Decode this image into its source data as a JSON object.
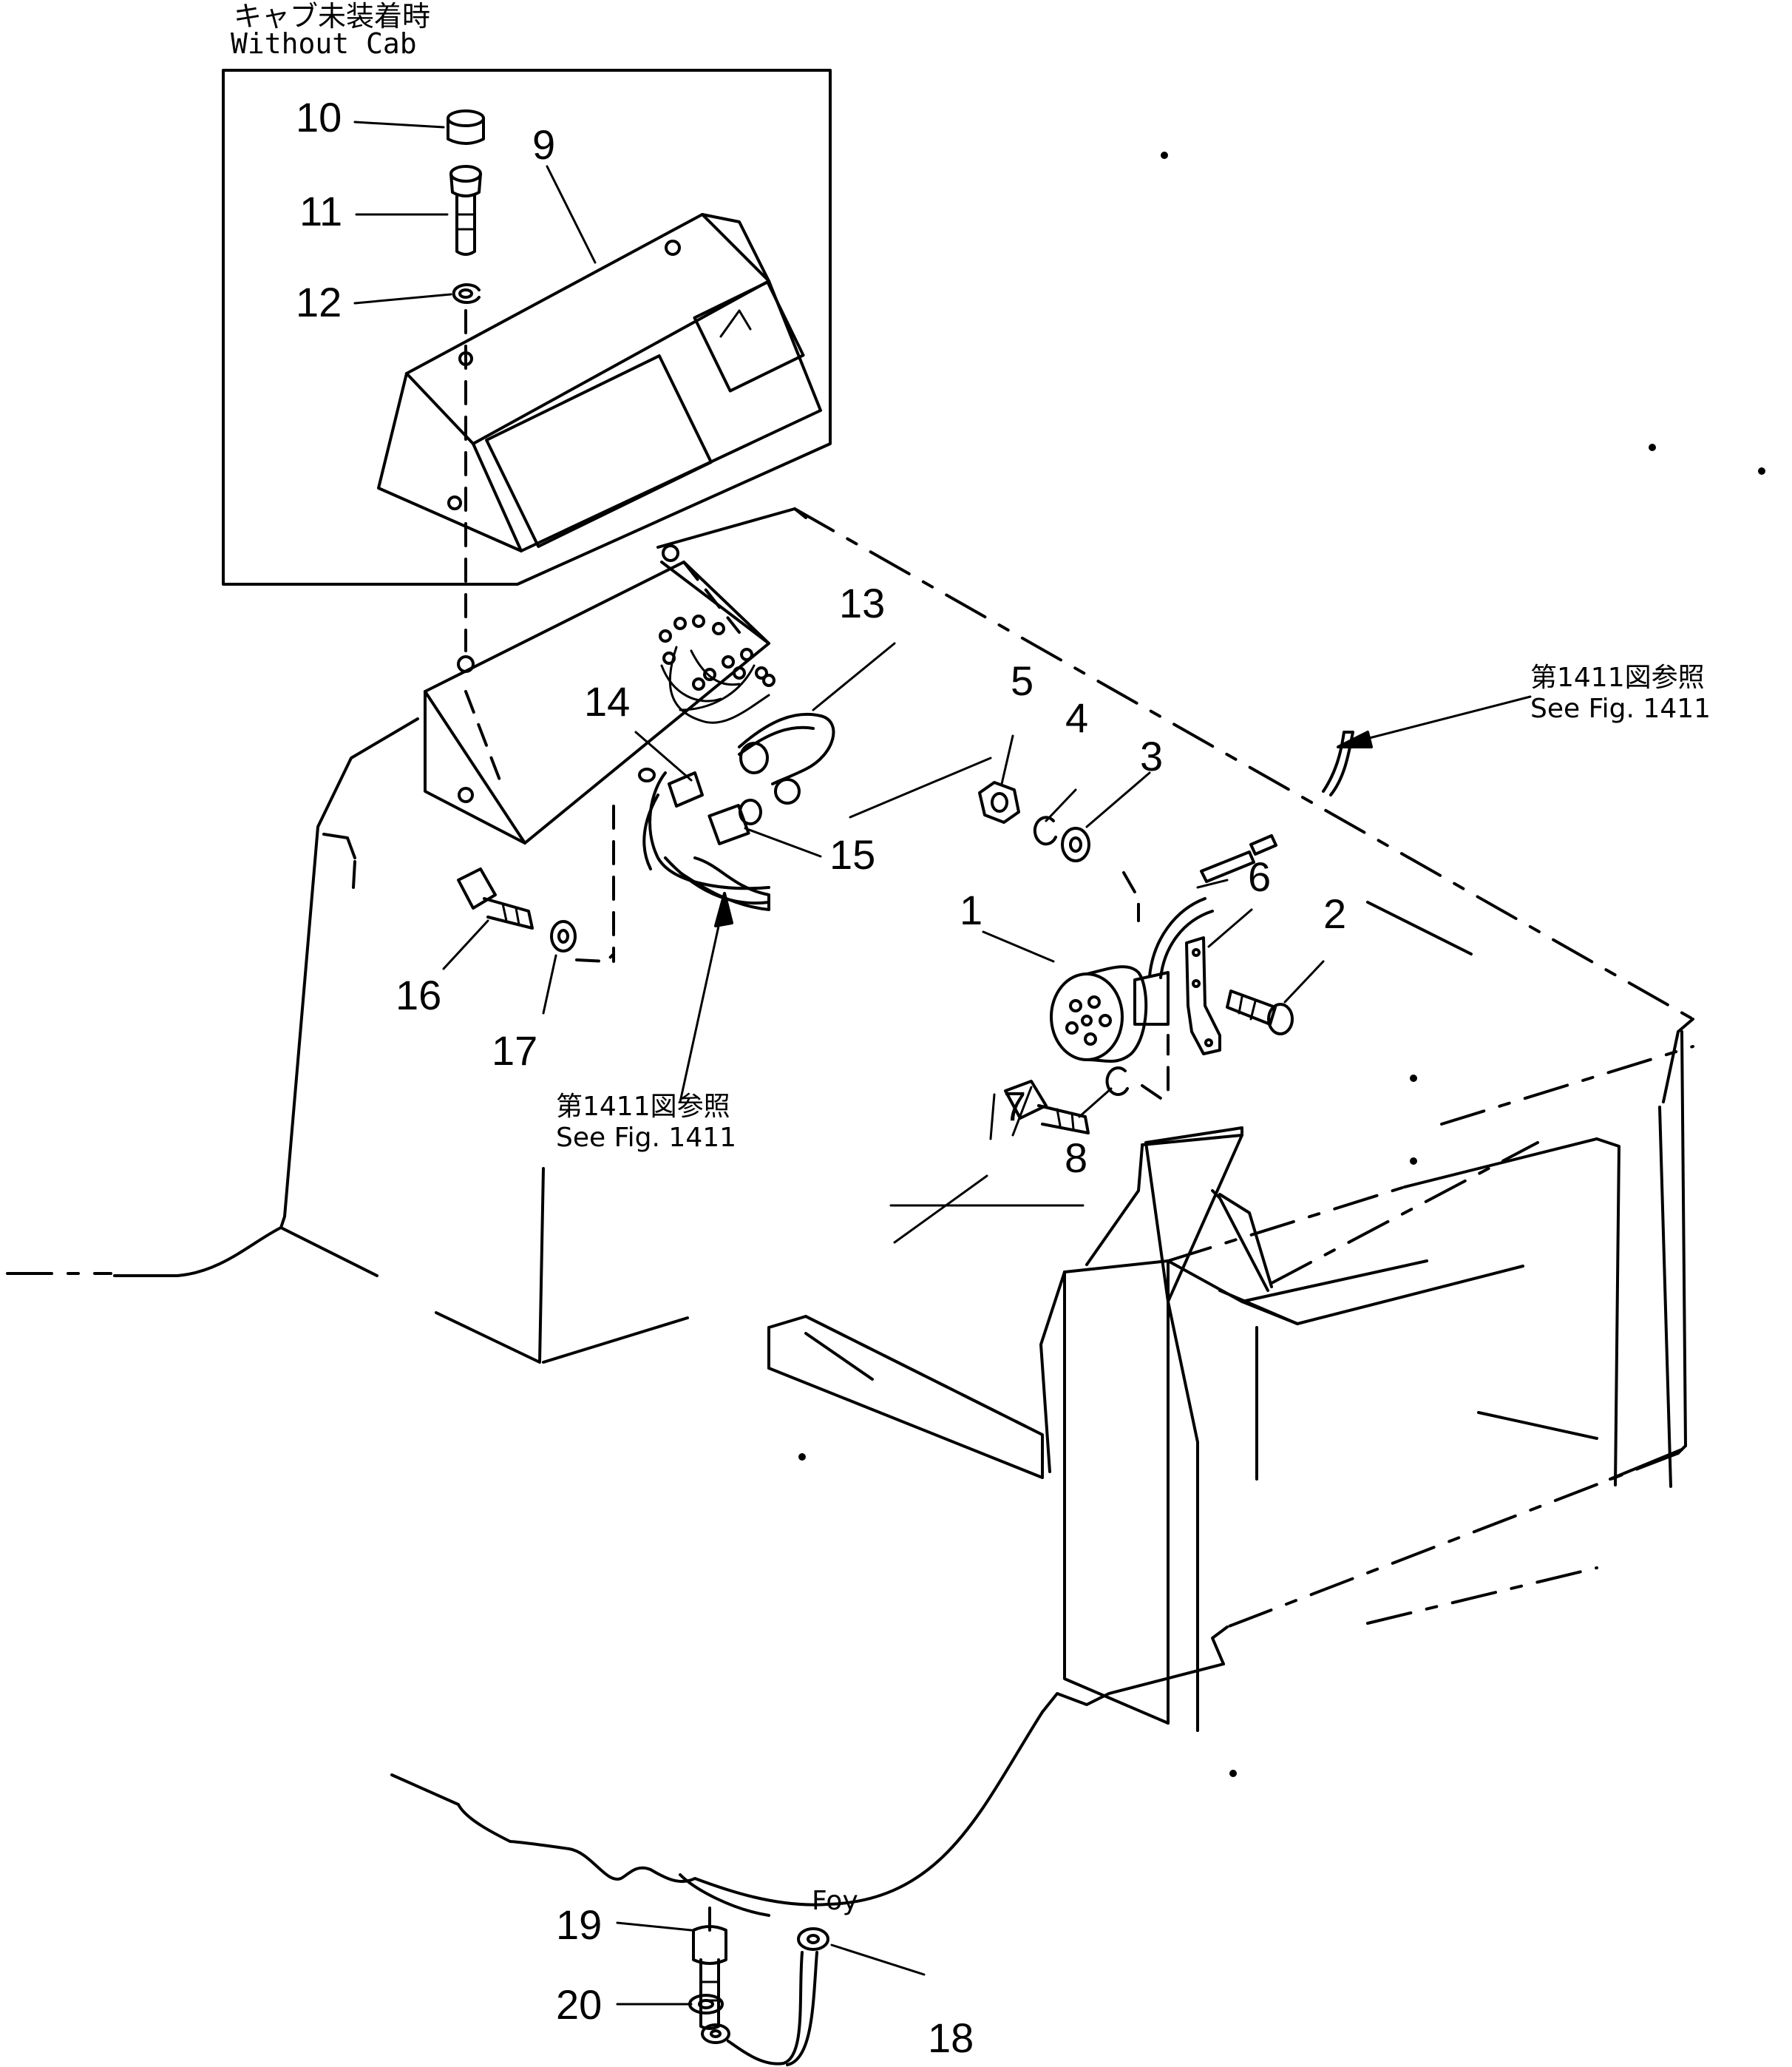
{
  "inset": {
    "caption_jp": "キャブ未装着時",
    "caption_en": "Without  Cab"
  },
  "references": [
    {
      "id": "ref-right",
      "jp": "第1411図参照",
      "en": "See  Fig. 1411"
    },
    {
      "id": "ref-left",
      "jp": "第1411図参照",
      "en": "See  Fig. 1411"
    }
  ],
  "part_numbers": [
    "1",
    "2",
    "3",
    "4",
    "5",
    "6",
    "7",
    "8",
    "9",
    "10",
    "11",
    "12",
    "13",
    "14",
    "15",
    "16",
    "17",
    "18",
    "19",
    "20"
  ]
}
